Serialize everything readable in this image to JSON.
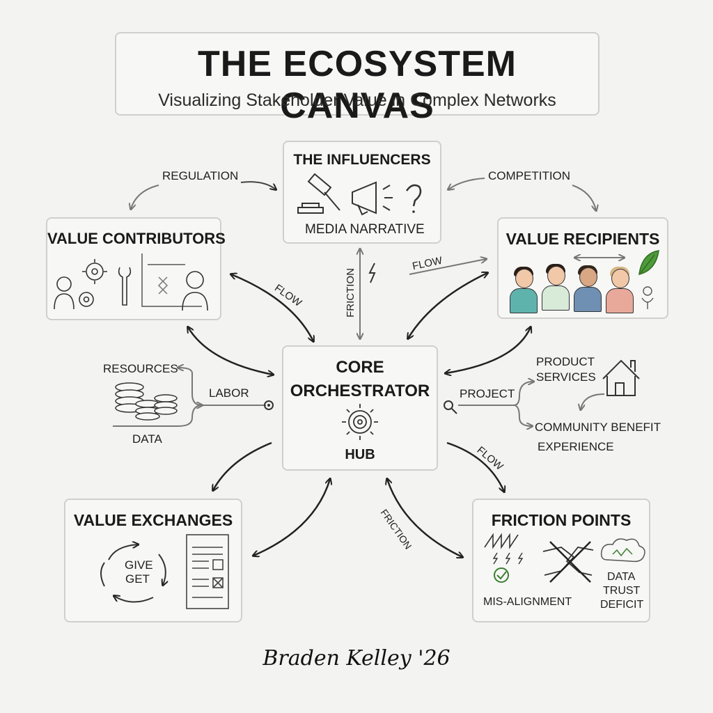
{
  "header": {
    "title": "THE ECOSYSTEM CANVAS",
    "subtitle": "Visualizing Stakeholder Value in Complex Networks"
  },
  "influencers": {
    "title": "THE INFLUENCERS",
    "caption": "MEDIA NARRATIVE",
    "icons": [
      "gavel-icon",
      "megaphone-icon",
      "question-mark-icon"
    ]
  },
  "value_contributors": {
    "title": "VALUE CONTRIBUTORS",
    "icons": [
      "worker-icon",
      "gears-icon",
      "wrench-icon",
      "chart-icon",
      "person-icon"
    ]
  },
  "value_recipients": {
    "title": "VALUE RECIPIENTS",
    "icons": [
      "people-icon",
      "leaf-icon",
      "plant-icon"
    ]
  },
  "core": {
    "title_line1": "CORE",
    "title_line2": "ORCHESTRATOR",
    "caption": "HUB",
    "icon": "hub-icon"
  },
  "value_exchanges": {
    "title": "VALUE EXCHANGES",
    "cycle_line1": "GIVE",
    "cycle_line2": "GET",
    "icons": [
      "cycle-icon",
      "form-icon"
    ]
  },
  "friction_points": {
    "title": "FRICTION POINTS",
    "misalignment": "MIS-ALIGNMENT",
    "trust_line1": "DATA",
    "trust_line2": "TRUST",
    "trust_line3": "DEFICIT",
    "icons": [
      "zigzag-icon",
      "broken-handshake-icon",
      "cloud-icon"
    ]
  },
  "connectors": {
    "regulation": "REGULATION",
    "competition": "COMPETITION",
    "flow_upper_left": "FLOW",
    "flow_upper_right": "FLOW",
    "flow_lower_right": "FLOW",
    "friction_vertical": "FRICTION",
    "friction_lower": "FRICTION",
    "resources": "RESOURCES",
    "labor": "LABOR",
    "data": "DATA",
    "project": "PROJECT",
    "product_services_line1": "PRODUCT",
    "product_services_line2": "SERVICES",
    "community_benefit": "COMMUNITY BENEFIT",
    "experience": "EXPERIENCE"
  },
  "signature": "Braden Kelley '26",
  "colors": {
    "background": "#f3f3f1",
    "box_border": "#cfcfcc",
    "ink": "#1a1a1a",
    "leaf_green": "#4f9a3a"
  }
}
